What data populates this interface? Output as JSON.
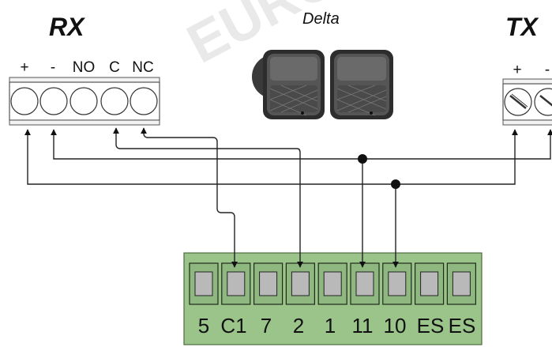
{
  "watermark": "EURO",
  "receiver": {
    "title": "RX",
    "terminals": [
      "+",
      "-",
      "NO",
      "C",
      "NC"
    ]
  },
  "transmitter": {
    "title": "TX",
    "terminals": [
      "+",
      "-"
    ]
  },
  "device": {
    "name": "Delta"
  },
  "board": {
    "labels": [
      "5",
      "C1",
      "7",
      "2",
      "1",
      "11",
      "10",
      "ES",
      "ES"
    ],
    "color": "#9bc48b"
  }
}
